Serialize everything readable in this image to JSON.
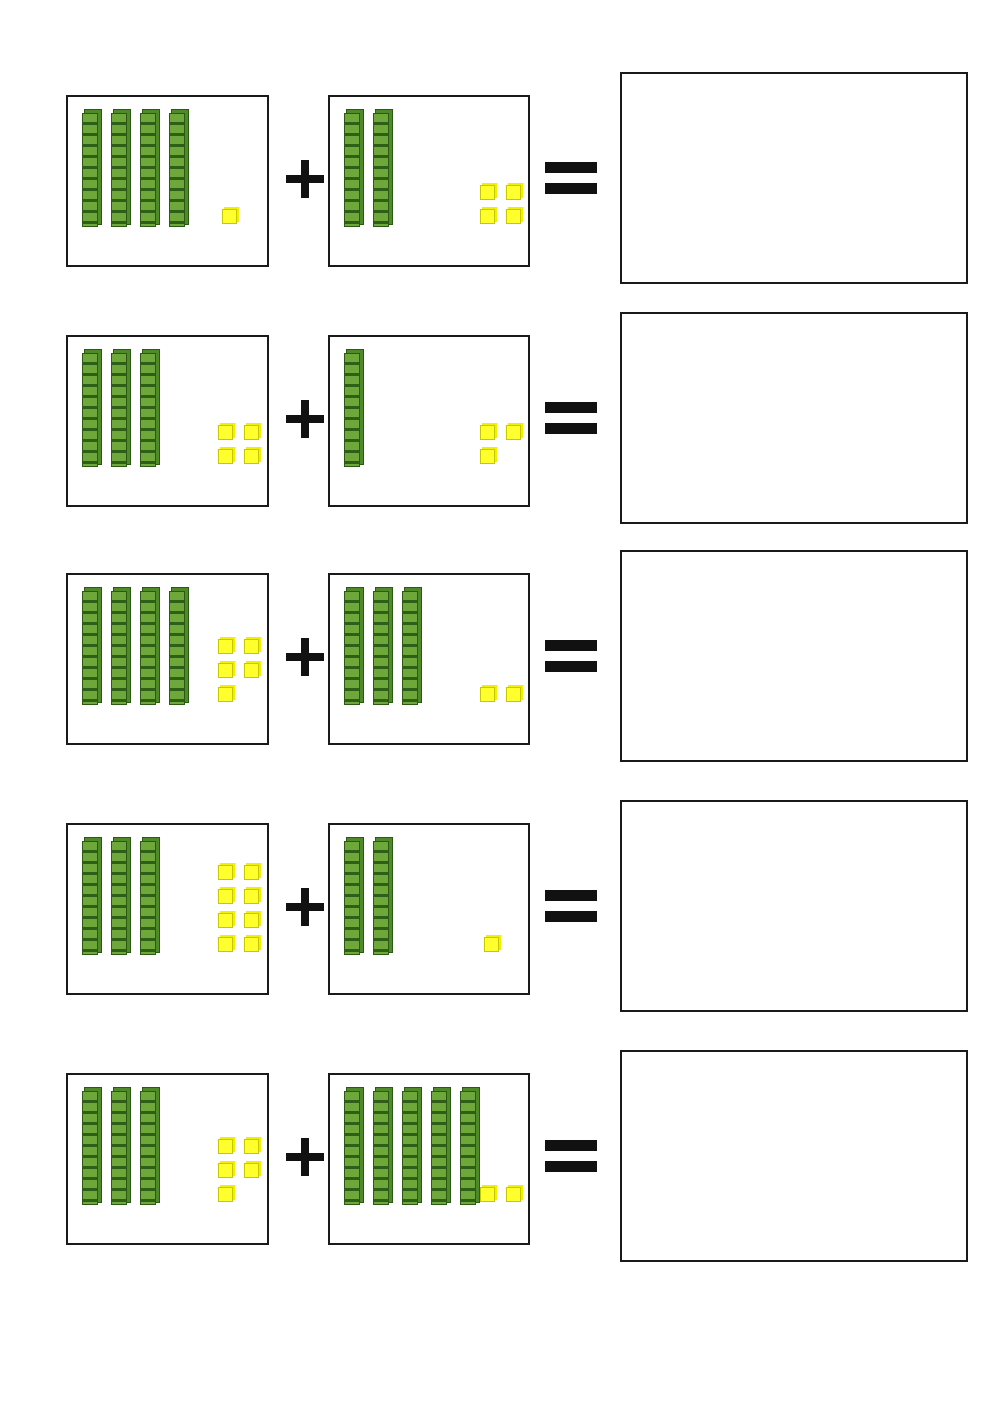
{
  "worksheet": {
    "problems": [
      {
        "left": {
          "tens": 4,
          "ones": 1
        },
        "right": {
          "tens": 2,
          "ones": 4
        }
      },
      {
        "left": {
          "tens": 3,
          "ones": 4
        },
        "right": {
          "tens": 1,
          "ones": 3
        }
      },
      {
        "left": {
          "tens": 4,
          "ones": 5
        },
        "right": {
          "tens": 3,
          "ones": 2
        }
      },
      {
        "left": {
          "tens": 3,
          "ones": 8
        },
        "right": {
          "tens": 2,
          "ones": 1
        }
      },
      {
        "left": {
          "tens": 3,
          "ones": 5
        },
        "right": {
          "tens": 5,
          "ones": 2
        }
      }
    ],
    "operator_icon": "plus-icon",
    "equals_icon": "equals-icon",
    "colors": {
      "tens_rod": "#6fa83a",
      "ones_cube": "#ffff2e",
      "border": "#1a1a1a"
    }
  }
}
